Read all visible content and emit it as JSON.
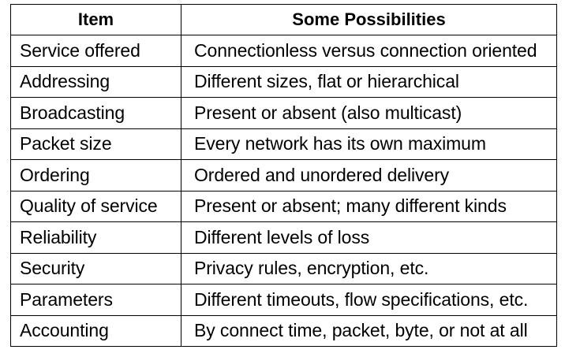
{
  "table": {
    "headers": [
      "Item",
      "Some Possibilities"
    ],
    "rows": [
      [
        "Service offered",
        "Connectionless versus connection oriented"
      ],
      [
        "Addressing",
        "Different sizes, flat or hierarchical"
      ],
      [
        "Broadcasting",
        "Present or absent (also multicast)"
      ],
      [
        "Packet size",
        "Every network has its own maximum"
      ],
      [
        "Ordering",
        "Ordered and unordered delivery"
      ],
      [
        "Quality of service",
        "Present or absent; many different kinds"
      ],
      [
        "Reliability",
        "Different levels of loss"
      ],
      [
        "Security",
        "Privacy rules, encryption, etc."
      ],
      [
        "Parameters",
        "Different timeouts, flow specifications, etc."
      ],
      [
        "Accounting",
        "By connect time, packet, byte, or not at all"
      ]
    ]
  }
}
